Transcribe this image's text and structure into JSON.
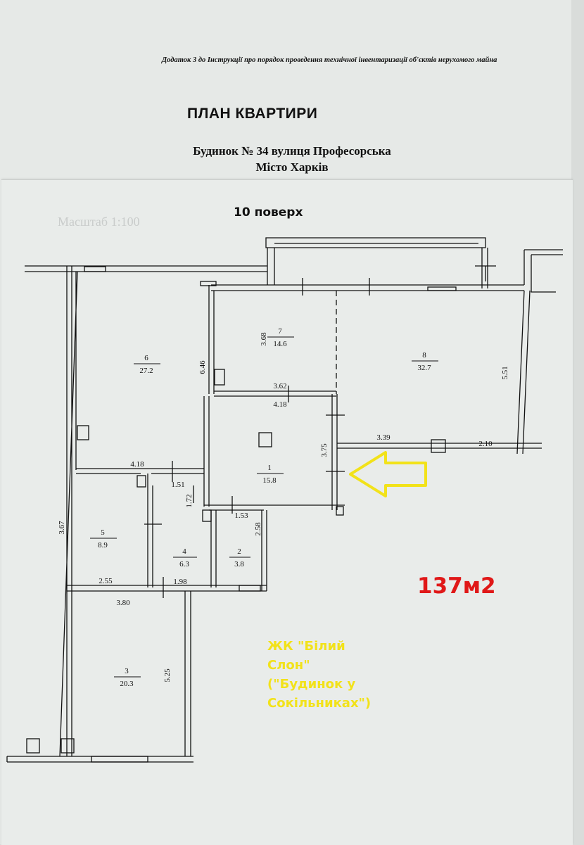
{
  "header": {
    "addendum": "Додаток 3 до Інструкції про порядок проведення технічної інвентаризації об'єктів нерухомого майна",
    "title": "ПЛАН КВАРТИРИ",
    "address_line1": "Будинок № 34 вулиця Професорська",
    "address_line2": "Місто Харків",
    "floor": "10 поверх",
    "scale": "Масштаб 1:100"
  },
  "rooms": [
    {
      "number": "1",
      "area": "15.8"
    },
    {
      "number": "2",
      "area": "3.8"
    },
    {
      "number": "3",
      "area": "20.3"
    },
    {
      "number": "4",
      "area": "6.3"
    },
    {
      "number": "5",
      "area": "8.9"
    },
    {
      "number": "6",
      "area": "27.2"
    },
    {
      "number": "7",
      "area": "14.6"
    },
    {
      "number": "8",
      "area": "32.7"
    }
  ],
  "dimensions": {
    "r6_height": "6.46",
    "r7_height": "3.68",
    "r7_width": "3.62",
    "r1_width": "4.18",
    "r8_height": "5.51",
    "r8_width_a": "3.39",
    "r8_width_b": "2.10",
    "r1_height": "3.75",
    "r6_width": "4.18",
    "r4_width": "1.51",
    "r4_height": "1.72",
    "r2_width": "1.53",
    "r5_height": "3.67",
    "r2_height": "2.58",
    "r5_width": "2.55",
    "r4_width_b": "1.98",
    "r3_width": "3.80",
    "r3_height": "5.25"
  },
  "annotations": {
    "total_area": "137м2",
    "complex_name": "ЖК \"Білий\nСлон\"\n(\"Будинок у\nСокільниках\")",
    "arrow_color": "#f2e21a",
    "total_color": "#e01818"
  }
}
